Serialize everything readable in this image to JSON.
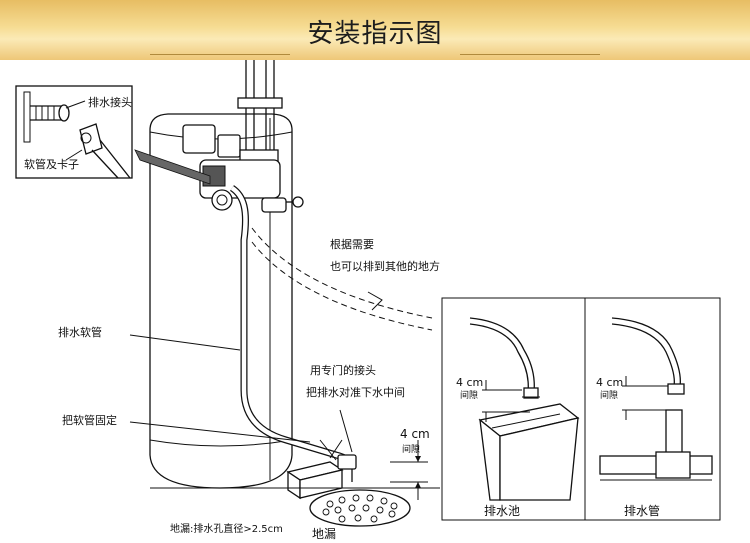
{
  "title": "安装指示图",
  "labels": {
    "drain_connector": "排水接头",
    "hose_and_clip": "软管及卡子",
    "as_needed": "根据需要",
    "other_place": "也可以排到其他的地方",
    "drain_hose": "排水软管",
    "fix_hose": "把软管固定",
    "special_connector": "用专门的接头",
    "align_drain": "把排水对准下水中间",
    "gap_value": "4 cm",
    "gap_word": "间隙",
    "floor_drain_note": "地漏:排水孔直径>2.5cm",
    "floor_drain": "地漏",
    "drain_sink": "排水池",
    "drain_pipe": "排水管"
  }
}
